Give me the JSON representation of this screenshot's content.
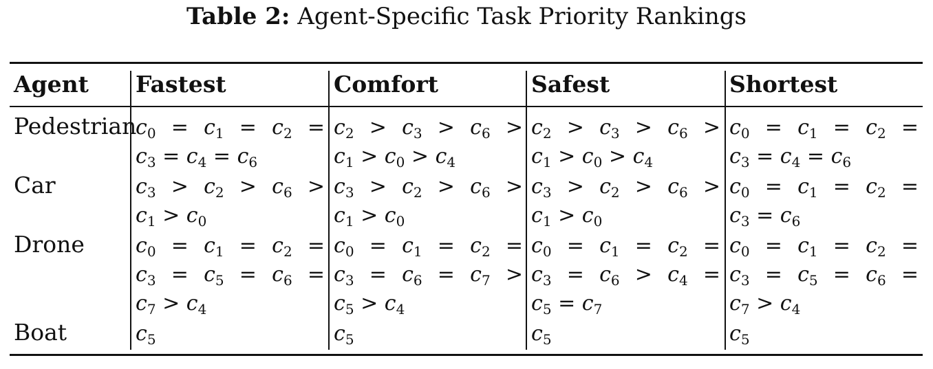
{
  "caption": {
    "label": "Table 2:",
    "text": "Agent-Specific Task Priority Rankings"
  },
  "table": {
    "columns": [
      "Agent",
      "Fastest",
      "Comfort",
      "Safest",
      "Shortest"
    ],
    "rows": [
      {
        "agent": "Pedestrian",
        "cells": [
          [
            "c0 = c1 = c2 =",
            "c3 = c4 = c6"
          ],
          [
            "c2 > c3 > c6 >",
            "c1 > c0 > c4"
          ],
          [
            "c2 > c3 > c6 >",
            "c1 > c0 > c4"
          ],
          [
            "c0 = c1 = c2 =",
            "c3 = c4 = c6"
          ]
        ]
      },
      {
        "agent": "Car",
        "cells": [
          [
            "c3 > c2 > c6 >",
            "c1 > c0"
          ],
          [
            "c3 > c2 > c6 >",
            "c1 > c0"
          ],
          [
            "c3 > c2 > c6 >",
            "c1 > c0"
          ],
          [
            "c0 = c1 = c2 =",
            "c3 = c6"
          ]
        ]
      },
      {
        "agent": "Drone",
        "cells": [
          [
            "c0 = c1 = c2 =",
            "c3 = c5 = c6 =",
            "c7 > c4"
          ],
          [
            "c0 = c1 = c2 =",
            "c3 = c6 = c7 >",
            "c5 > c4"
          ],
          [
            "c0 = c1 = c2 =",
            "c3 = c6 > c4 =",
            "c5 = c7"
          ],
          [
            "c0 = c1 = c2 =",
            "c3 = c5 = c6 =",
            "c7 > c4"
          ]
        ]
      },
      {
        "agent": "Boat",
        "cells": [
          [
            "c5"
          ],
          [
            "c5"
          ],
          [
            "c5"
          ],
          [
            "c5"
          ]
        ]
      }
    ]
  }
}
